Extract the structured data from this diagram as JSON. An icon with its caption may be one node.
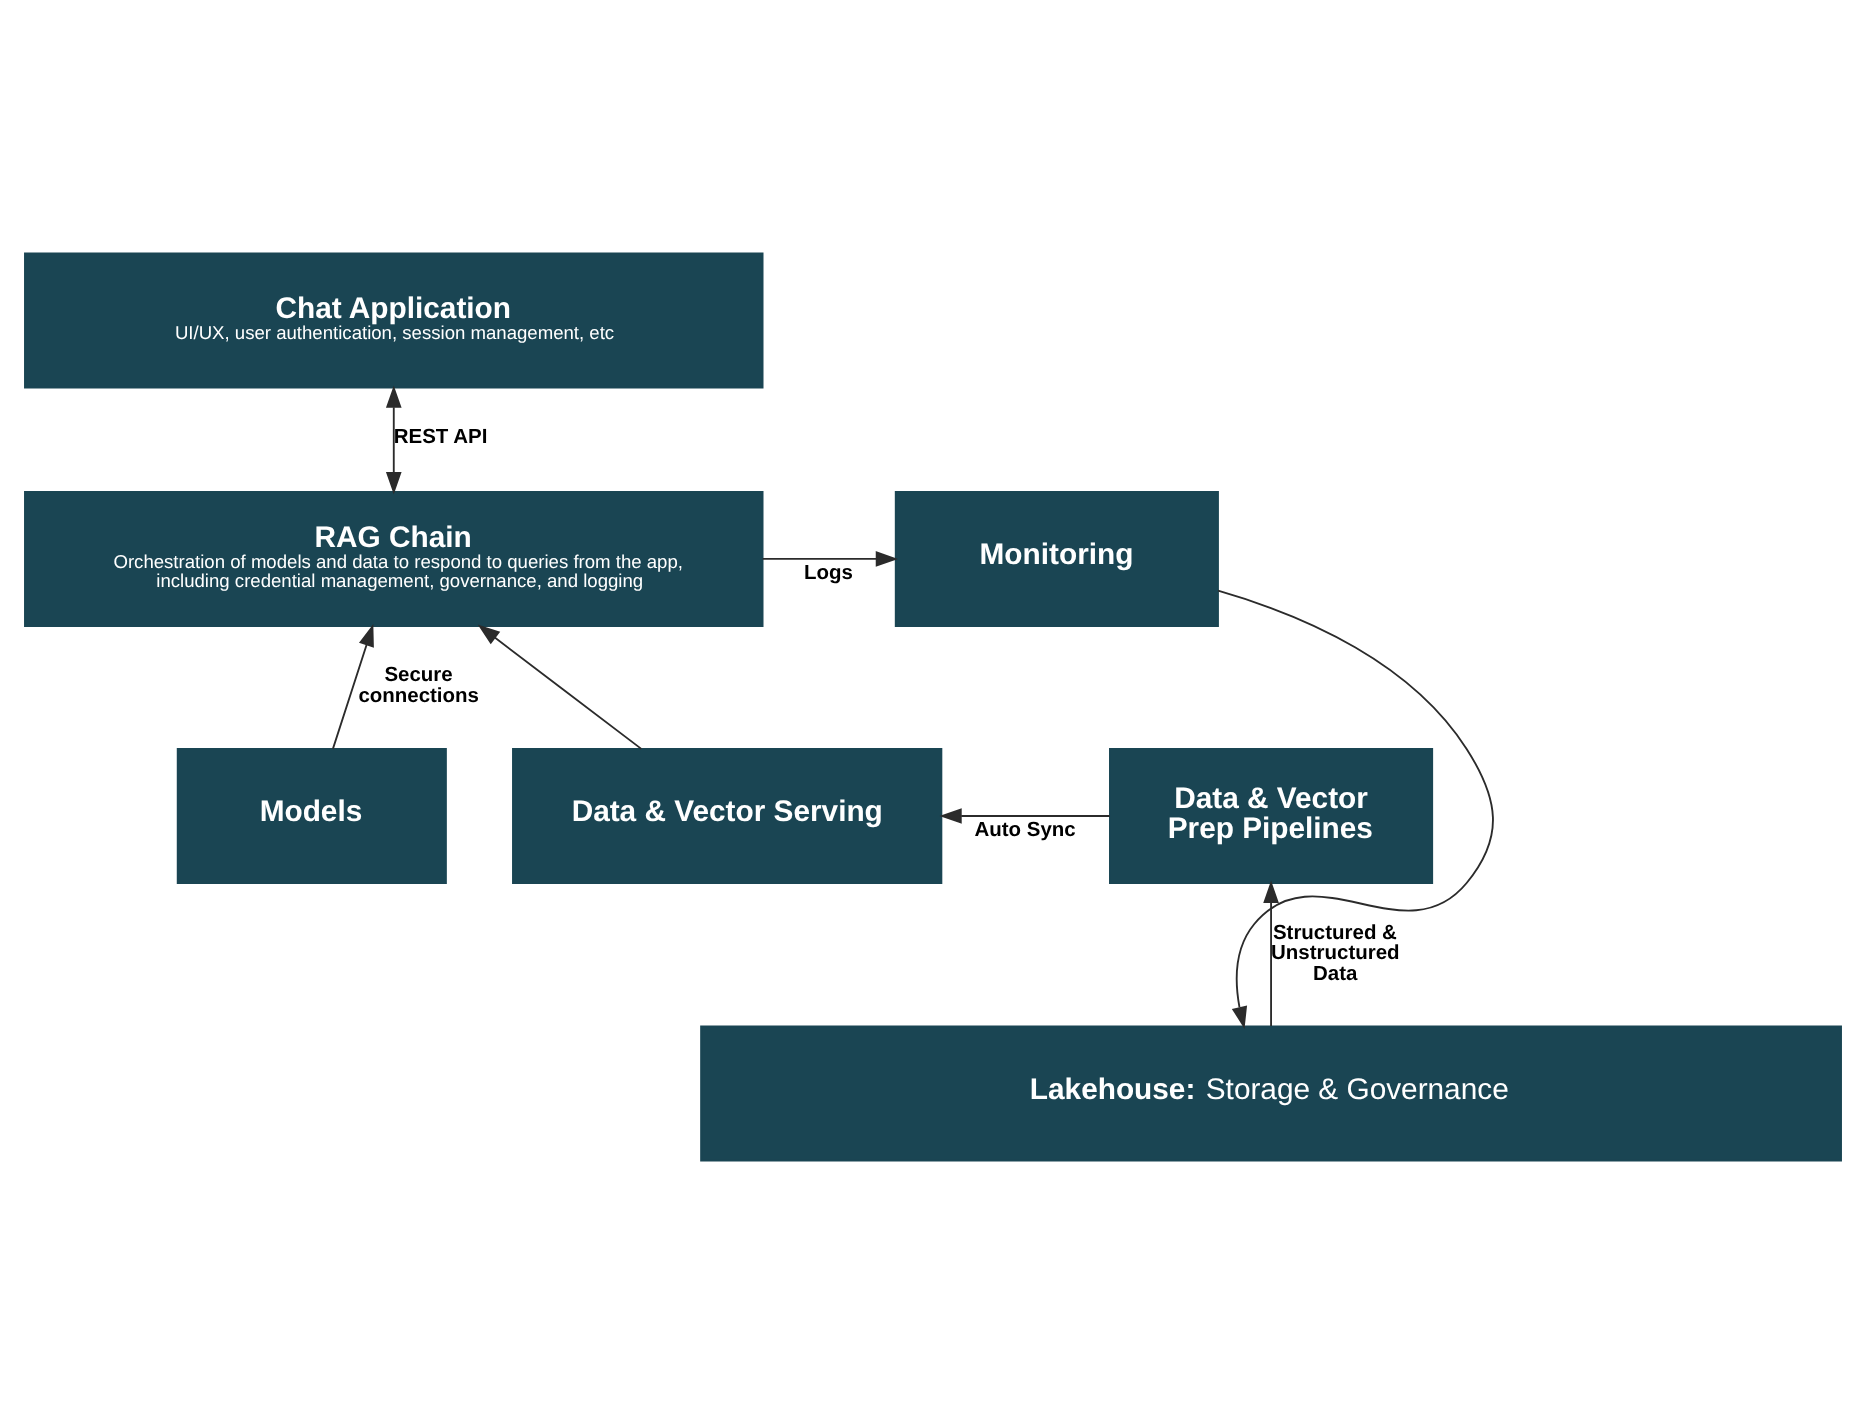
{
  "diagram": {
    "nodes": [
      {
        "text": [
          "Chat Application",
          "UI/UX, user authentication, session management, etc"
        ]
      },
      {
        "text": [
          "RAG Chain",
          "Orchestration of models and data to respond to queries from the app, including credential management, governance, and logging"
        ]
      },
      {
        "text": [
          "Monitoring"
        ]
      },
      {
        "text": [
          "Models"
        ]
      },
      {
        "text": [
          "Data & Vector Serving"
        ]
      },
      {
        "text": [
          "Data & Vector Prep Pipelines"
        ]
      },
      {
        "text": [
          "**Lakehouse:** Storage & Governance"
        ]
      }
    ],
    "edges": [
      {
        "from": 0,
        "to": 1,
        "arrow": "both",
        "label": "REST API"
      },
      {
        "from": 1,
        "to": 2,
        "arrow": "to",
        "label": "Logs"
      },
      {
        "from": 3,
        "to": 1,
        "arrow": "to",
        "label": "Secure connections"
      },
      {
        "from": 4,
        "to": 1,
        "arrow": "to"
      },
      {
        "from": 5,
        "to": 4,
        "arrow": "to",
        "label": "Auto Sync"
      },
      {
        "from": 6,
        "to": 5,
        "arrow": "to",
        "label": "Structured & Unstructured Data"
      },
      {
        "from": 2,
        "to": 6,
        "arrow": "to"
      }
    ]
  }
}
